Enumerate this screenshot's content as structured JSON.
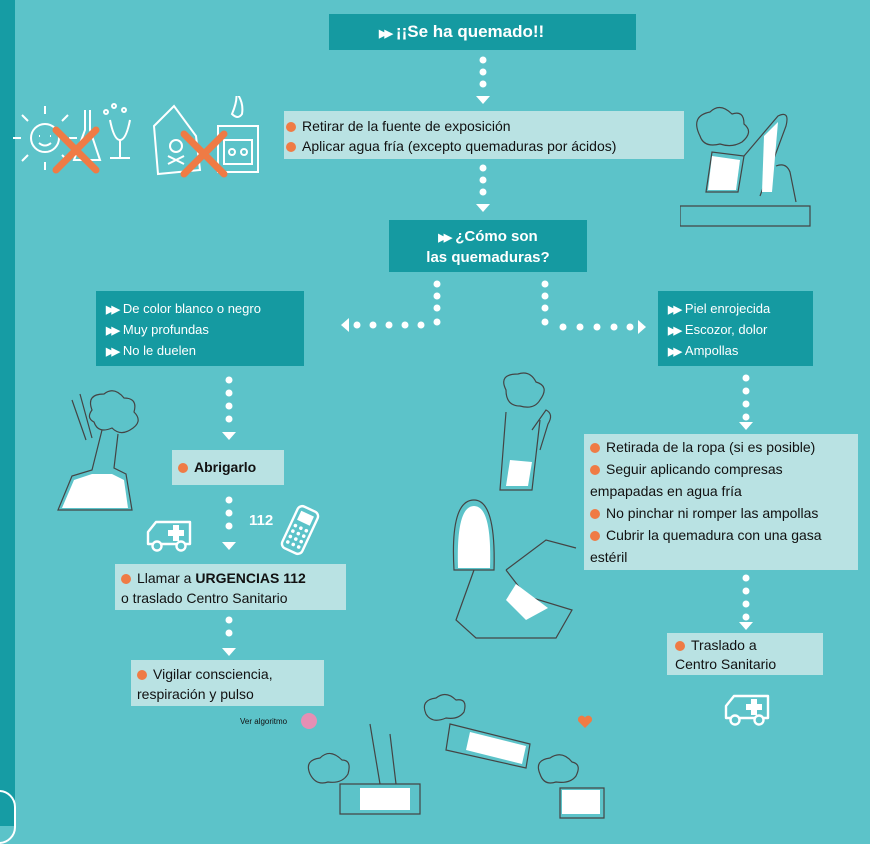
{
  "title": "¡¡Se ha quemado!!",
  "first_aid": [
    "Retirar de la fuente de exposición",
    "Aplicar agua fría (excepto quemaduras por ácidos)"
  ],
  "question": {
    "line1": "¿Cómo son",
    "line2": "las quemaduras?"
  },
  "severe": {
    "features": [
      "De color blanco o negro",
      "Muy profundas",
      "No le duelen"
    ],
    "action": "Abrigarlo",
    "phone_number": "112",
    "call": {
      "prefix": "Llamar a ",
      "emph": "URGENCIAS 112",
      "line2": "o traslado Centro Sanitario"
    },
    "monitor": {
      "line1": "Vigilar consciencia,",
      "line2": "respiración y pulso"
    },
    "see_algorithm": "Ver algoritmo"
  },
  "mild": {
    "features": [
      "Piel enrojecida",
      "Escozor, dolor",
      "Ampollas"
    ],
    "actions": [
      "Retirada de la ropa (si es posible)",
      "Seguir aplicando compresas",
      "empapadas en agua fría",
      "No pinchar ni romper las ampollas",
      "Cubrir la quemadura con una gasa",
      "estéril"
    ],
    "transfer": {
      "line1": "Traslado a",
      "line2": "Centro Sanitario"
    }
  },
  "colors": {
    "background": "#5cc3c9",
    "dark_box": "#159aa1",
    "light_box": "#b9e2e3",
    "bullet": "#ef7b45",
    "link_dot": "#e58fb4",
    "cross": "#ef7b45"
  },
  "icons": [
    "ambulance-icon",
    "mobile-phone-icon",
    "heart-icon",
    "sun-icon",
    "chemicals-icon",
    "fire-icon"
  ]
}
